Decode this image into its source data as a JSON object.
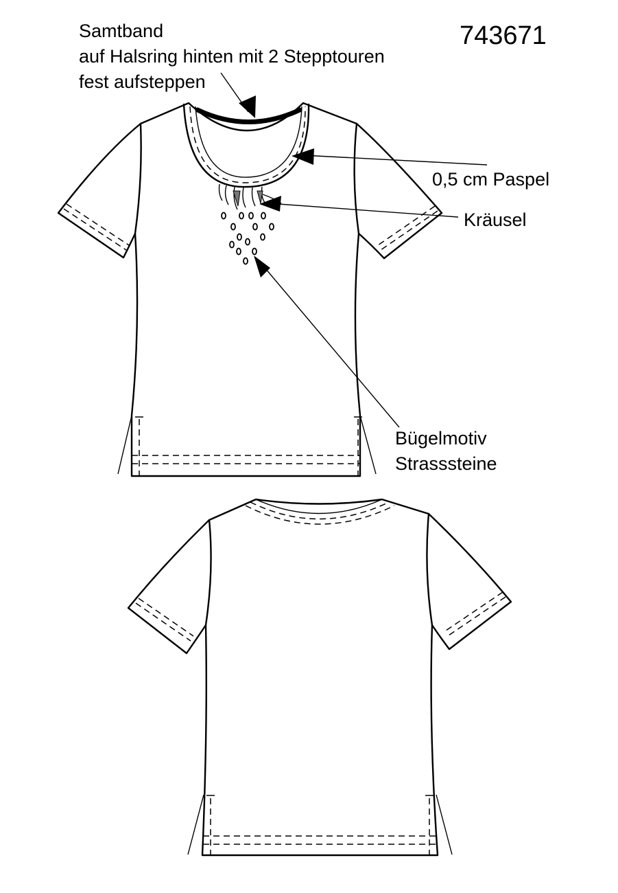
{
  "article_number": "743671",
  "annotations": {
    "velvet_band": {
      "lines": [
        "Samtband",
        "auf Halsring hinten mit 2 Stepptouren",
        "fest aufsteppen"
      ]
    },
    "piping": {
      "text": "0,5 cm Paspel"
    },
    "ruffle": {
      "text": "Kräusel"
    },
    "motif": {
      "lines": [
        "Bügelmotiv",
        "Strasssteine"
      ]
    }
  }
}
